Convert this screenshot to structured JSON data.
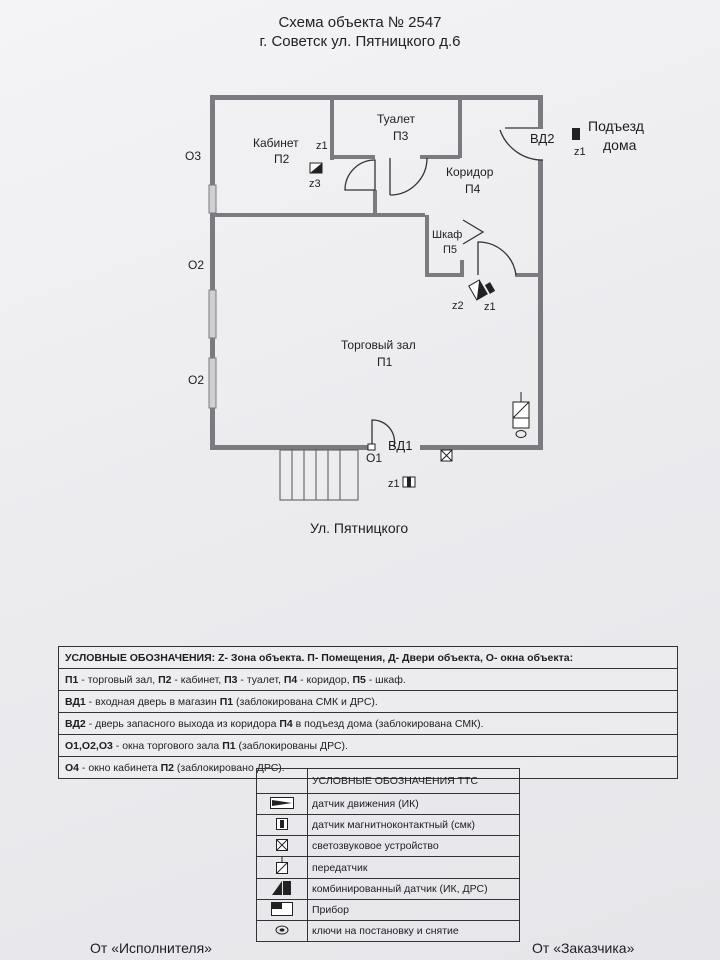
{
  "header": {
    "title": "Схема объекта № 2547",
    "address": "г. Советск ул. Пятницкого д.6"
  },
  "plan": {
    "rooms": {
      "cabinet": {
        "name": "Кабинет",
        "code": "П2"
      },
      "toilet": {
        "name": "Туалет",
        "code": "П3"
      },
      "corridor": {
        "name": "Коридор",
        "code": "П4"
      },
      "closet": {
        "name": "Шкаф",
        "code": "П5"
      },
      "hall": {
        "name": "Торговый зал",
        "code": "П1"
      }
    },
    "doors": {
      "vd1": "ВД1",
      "vd2": "ВД2"
    },
    "windows": {
      "o1": "О1",
      "o2a": "О2",
      "o2b": "О2",
      "o3": "О3"
    },
    "zones": {
      "z1_cabinet": "z1",
      "z3": "z3",
      "z1_vd2": "z1",
      "z2": "z2",
      "z1_corridor": "z1",
      "z1_vd1": "z1"
    },
    "entrance_label": [
      "Подъезд",
      "дома"
    ],
    "street_label": "Ул. Пятницкого"
  },
  "legend": {
    "heading": "УСЛОВНЫЕ ОБОЗНАЧЕНИЯ: Z- Зона объекта. П- Помещения, Д- Двери объекта, О- окна объекта:",
    "rows": [
      {
        "key": "П1",
        "text": " - торговый зал, ",
        "rest": [
          {
            "b": "П2",
            "t": " - кабинет, "
          },
          {
            "b": "П3",
            "t": " - туалет, "
          },
          {
            "b": "П4",
            "t": " - коридор, "
          },
          {
            "b": "П5",
            "t": " - шкаф."
          }
        ]
      },
      {
        "key": "ВД1",
        "text": " - входная дверь в магазин ",
        "rest": [
          {
            "b": "П1",
            "t": " (заблокирована СМК и ДРС)."
          }
        ]
      },
      {
        "key": "ВД2",
        "text": " - дверь запасного выхода из коридора ",
        "rest": [
          {
            "b": "П4",
            "t": " в подъезд дома (заблокирована СМК)."
          }
        ]
      },
      {
        "key": "О1,О2,О3",
        "text": " - окна торгового зала ",
        "rest": [
          {
            "b": "П1",
            "t": " (заблокированы ДРС)."
          }
        ]
      },
      {
        "key": "О4",
        "text": " - окно кабинета ",
        "rest": [
          {
            "b": "П2",
            "t": " (заблокировано ДРС)."
          }
        ]
      }
    ]
  },
  "tts_legend": {
    "heading": "УСЛОВНЫЕ ОБОЗНАЧЕНИЯ ТТС",
    "items": [
      {
        "icon": "motion-sensor-icon",
        "label": "датчик движения (ИК)"
      },
      {
        "icon": "magnetic-contact-icon",
        "label": "датчик магнитноконтактный (смк)"
      },
      {
        "icon": "siren-icon",
        "label": "светозвуковое устройство"
      },
      {
        "icon": "transmitter-icon",
        "label": "передатчик"
      },
      {
        "icon": "combined-sensor-icon",
        "label": "комбинированный датчик (ИК, ДРС)"
      },
      {
        "icon": "device-icon",
        "label": "Прибор"
      },
      {
        "icon": "key-icon",
        "label": "ключи на постановку и снятие"
      }
    ]
  },
  "footer": {
    "contractor": "От «Исполнителя»",
    "customer": "От «Заказчика»"
  },
  "colors": {
    "wall": "#7a7a80",
    "ink": "#1d1d22"
  }
}
